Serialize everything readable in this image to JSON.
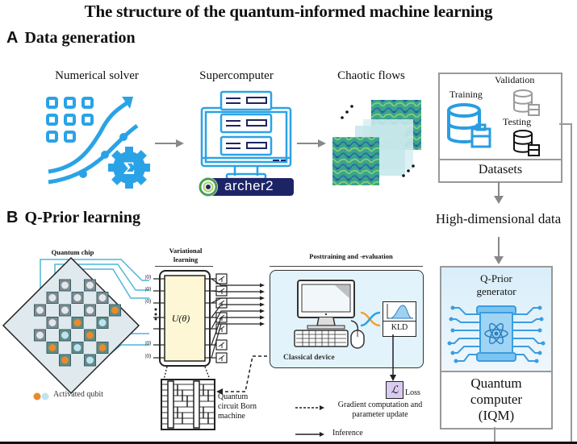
{
  "title": "The structure of the quantum-informed machine learning",
  "section_a": {
    "letter": "A",
    "label": "Data generation",
    "steps": [
      {
        "label": "Numerical solver",
        "icon": "numerical-solver-icon"
      },
      {
        "label": "Supercomputer",
        "icon": "supercomputer-icon",
        "brand": "archer2"
      },
      {
        "label": "Chaotic flows",
        "icon": "flow-field-stack-icon"
      }
    ],
    "datasets": {
      "label": "Datasets",
      "items": [
        {
          "label": "Training",
          "color": "#2a9de0"
        },
        {
          "label": "Validation",
          "color": "#9a9a9a"
        },
        {
          "label": "Testing",
          "color": "#111111"
        }
      ]
    },
    "high_dim_label": "High-dimensional data"
  },
  "section_b": {
    "letter": "B",
    "label": "Q-Prior learning",
    "quantum_chip": {
      "label": "Quantum chip",
      "legend": "Activated qubit",
      "activated_colors": [
        "#e98a2c",
        "#bfe3f3"
      ]
    },
    "variational": {
      "header": [
        "Variational",
        "learning"
      ],
      "unitary": "U(θ)",
      "input_state": "|0⟩",
      "num_measurements": 7,
      "born_label": [
        "Quantum",
        "circuit Born",
        "machine"
      ]
    },
    "post": {
      "header": "Posttraining and -evaluation",
      "device_label": "Classical device",
      "metric": "KLD",
      "loss_symbol": "ℒ",
      "loss_label": "Loss"
    },
    "legend": {
      "dashed": [
        "Gradient computation and",
        "parameter update"
      ],
      "solid": "Inference"
    },
    "qprior": {
      "label": [
        "Q-Prior",
        "generator"
      ],
      "computer": [
        "Quantum",
        "computer",
        "(IQM)"
      ]
    }
  },
  "colors": {
    "accent_blue": "#2aa3e6",
    "arrow_gray": "#888888",
    "panel_blue": "#e3f3fb",
    "navy": "#1d2466"
  }
}
